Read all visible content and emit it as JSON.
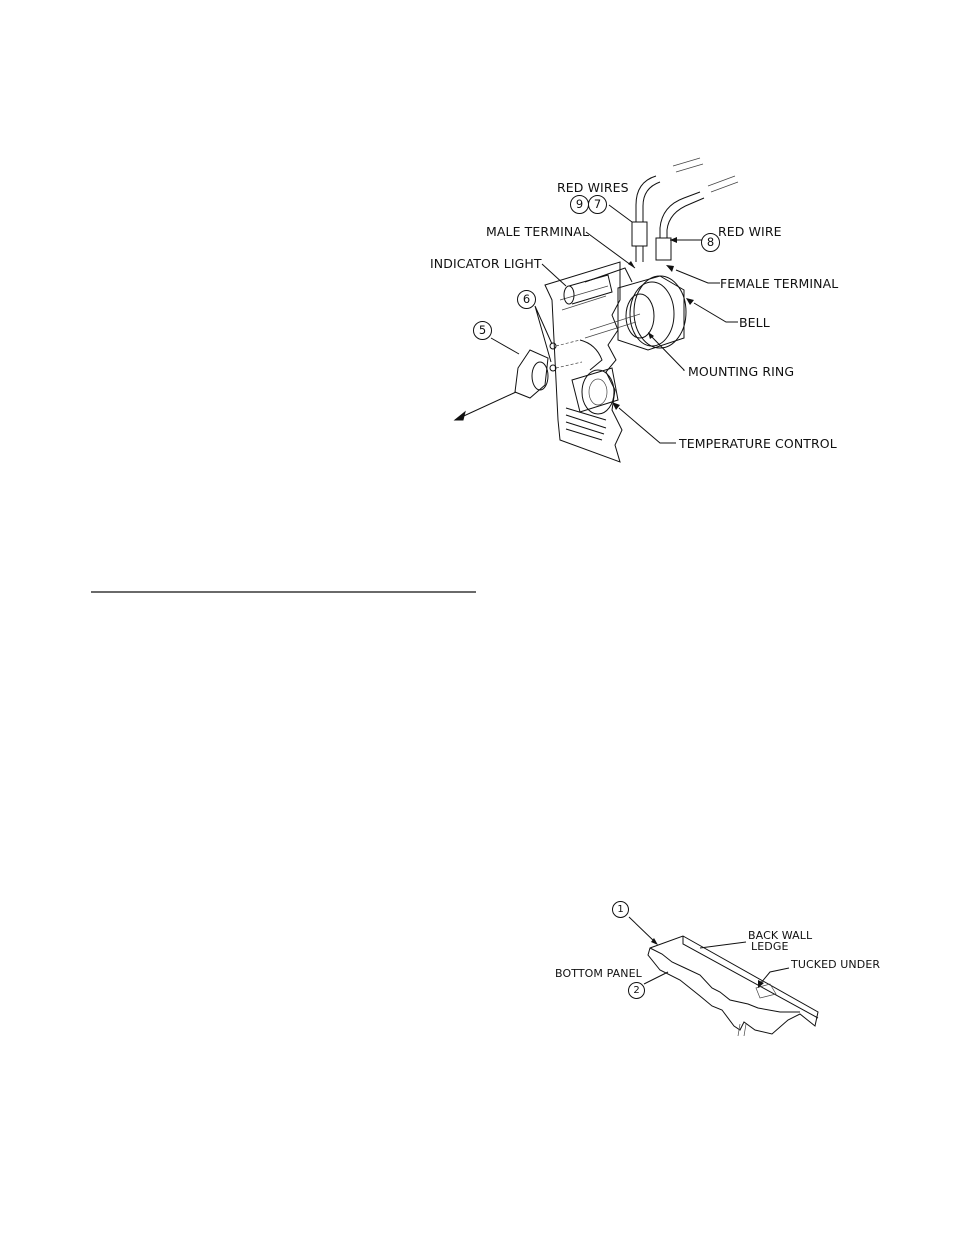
{
  "figure_top": {
    "labels": {
      "red_wires": "RED WIRES",
      "red_wire": "RED WIRE",
      "male_terminal": "MALE TERMINAL",
      "female_terminal": "FEMALE TERMINAL",
      "indicator_light": "INDICATOR LIGHT",
      "bell": "BELL",
      "mounting_ring": "MOUNTING RING",
      "temperature_control": "TEMPERATURE CONTROL"
    },
    "callouts": {
      "c9": "9",
      "c7": "7",
      "c8": "8",
      "c6": "6",
      "c5": "5"
    }
  },
  "figure_bottom": {
    "labels": {
      "back_wall_line1": "BACK WALL",
      "back_wall_line2": "LEDGE",
      "tucked_under": "TUCKED UNDER",
      "bottom_panel": "BOTTOM PANEL"
    },
    "callouts": {
      "c1": "1",
      "c2": "2"
    }
  }
}
